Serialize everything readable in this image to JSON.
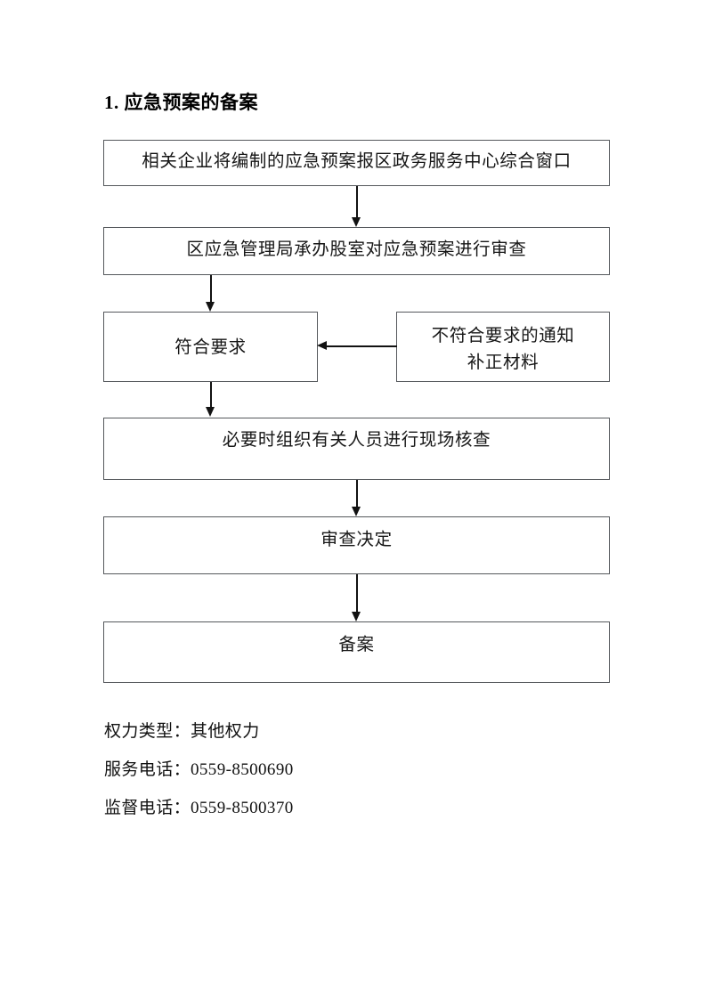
{
  "document": {
    "title": "1. 应急预案的备案",
    "page_background": "#ffffff",
    "text_color": "#111111",
    "box_border_color": "#55585c",
    "connector_color": "#121212"
  },
  "flowchart": {
    "type": "flowchart",
    "orientation": "top-to-bottom",
    "nodes": [
      {
        "id": "submit",
        "label": "相关企业将编制的应急预案报区政务服务中心综合窗口"
      },
      {
        "id": "review",
        "label": "区应急管理局承办股室对应急预案进行审查"
      },
      {
        "id": "conform",
        "label": "符合要求"
      },
      {
        "id": "nonconform",
        "label": "不符合要求的通知\n补正材料"
      },
      {
        "id": "onsite",
        "label": "必要时组织有关人员进行现场核查"
      },
      {
        "id": "decision",
        "label": "审查决定"
      },
      {
        "id": "record",
        "label": "备案"
      }
    ],
    "edges": [
      {
        "from": "submit",
        "to": "review",
        "direction": "down"
      },
      {
        "from": "review",
        "to": "conform",
        "direction": "down"
      },
      {
        "from": "nonconform",
        "to": "conform",
        "direction": "left"
      },
      {
        "from": "conform",
        "to": "onsite",
        "direction": "down"
      },
      {
        "from": "onsite",
        "to": "decision",
        "direction": "down"
      },
      {
        "from": "decision",
        "to": "record",
        "direction": "down"
      }
    ]
  },
  "meta": {
    "lines": [
      "权力类型：其他权力",
      "服务电话：0559-8500690",
      "监督电话：0559-8500370"
    ],
    "power_type_label": "权力类型：",
    "power_type_value": "其他权力",
    "service_phone_label": "服务电话：",
    "service_phone_value": "0559-8500690",
    "supervision_phone_label": "监督电话：",
    "supervision_phone_value": "0559-8500370"
  }
}
